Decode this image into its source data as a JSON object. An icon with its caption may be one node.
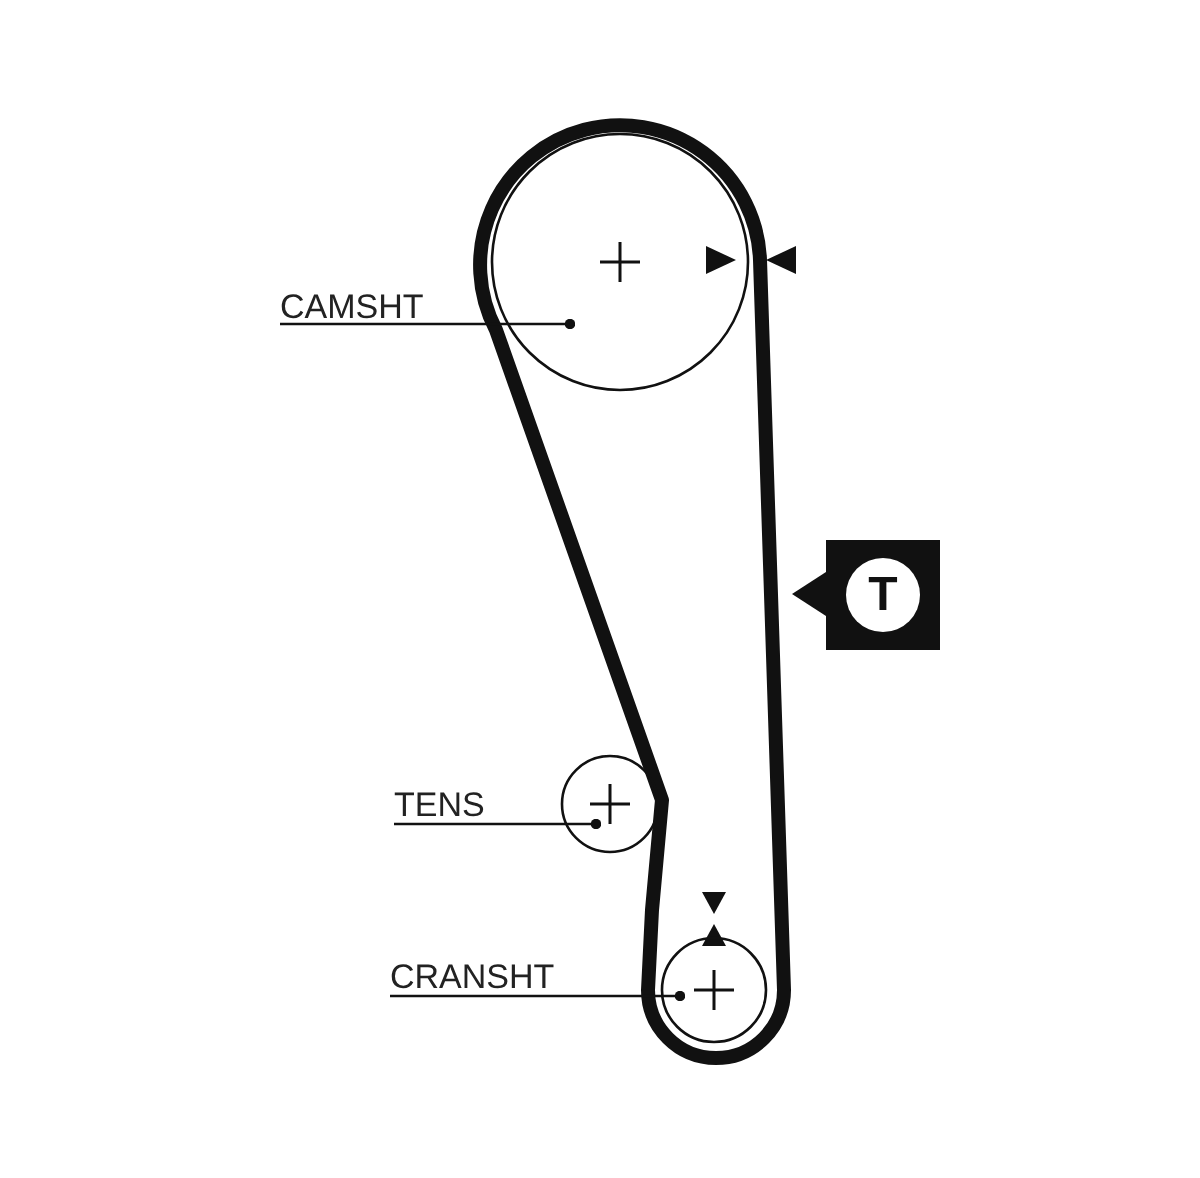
{
  "diagram": {
    "nodes": [
      {
        "text": [
          "CAMSHT"
        ]
      },
      {
        "text": [],
        "shape": "circle"
      },
      {
        "text": [
          "TENS"
        ]
      },
      {
        "text": [],
        "shape": "circle"
      },
      {
        "text": [
          "CRANSHT"
        ]
      },
      {
        "text": [],
        "shape": "circle"
      }
    ],
    "edges": [
      {
        "from": 0,
        "to": 1,
        "arrow": "other"
      },
      {
        "from": 2,
        "to": 3,
        "arrow": "other"
      },
      {
        "from": 4,
        "to": 5,
        "arrow": "other"
      }
    ],
    "labels": [
      "T"
    ]
  }
}
